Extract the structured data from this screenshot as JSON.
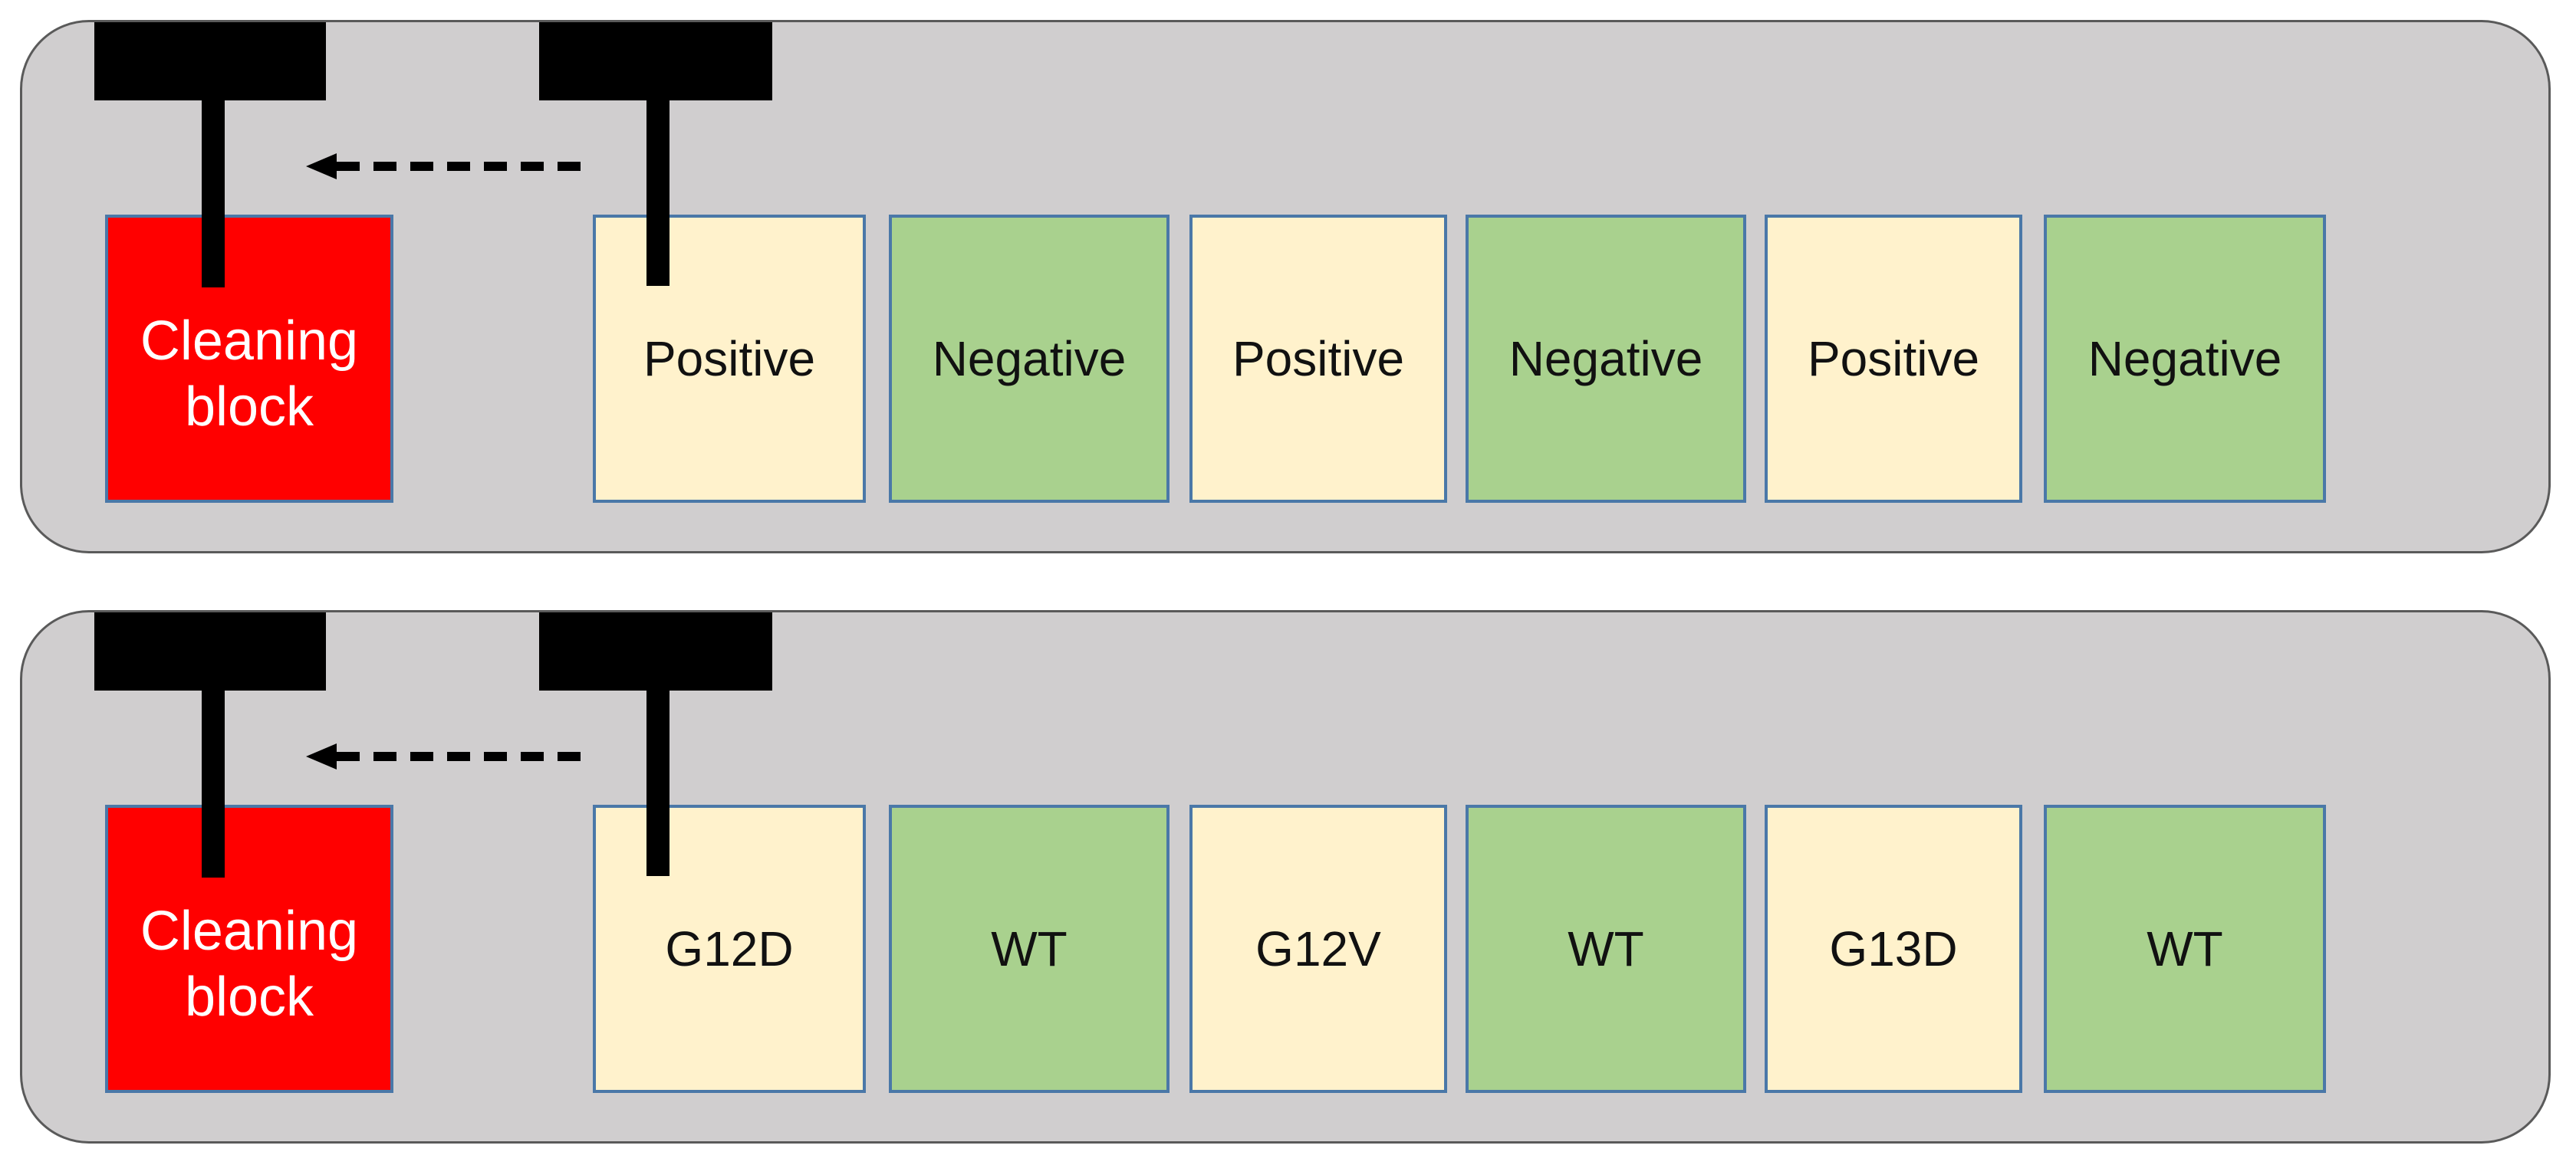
{
  "colors": {
    "panel_bg": "#d0cecf",
    "panel_border": "#5a5a5a",
    "cleaning_block": "#ff0000",
    "sample_light": "#fff2cc",
    "sample_green": "#a9d18e",
    "box_border": "#4a78a8",
    "probe": "#000000"
  },
  "panels": [
    {
      "cleaning_block": {
        "line1": "Cleaning",
        "line2": "block"
      },
      "samples": [
        {
          "label": "Positive",
          "color": "#fff2cc"
        },
        {
          "label": "Negative",
          "color": "#a9d18e"
        },
        {
          "label": "Positive",
          "color": "#fff2cc"
        },
        {
          "label": "Negative",
          "color": "#a9d18e"
        },
        {
          "label": "Positive",
          "color": "#fff2cc"
        },
        {
          "label": "Negative",
          "color": "#a9d18e"
        }
      ]
    },
    {
      "cleaning_block": {
        "line1": "Cleaning",
        "line2": "block"
      },
      "samples": [
        {
          "label": "G12D",
          "color": "#fff2cc"
        },
        {
          "label": "WT",
          "color": "#a9d18e"
        },
        {
          "label": "G12V",
          "color": "#fff2cc"
        },
        {
          "label": "WT",
          "color": "#a9d18e"
        },
        {
          "label": "G13D",
          "color": "#fff2cc"
        },
        {
          "label": "WT",
          "color": "#a9d18e"
        }
      ]
    }
  ]
}
